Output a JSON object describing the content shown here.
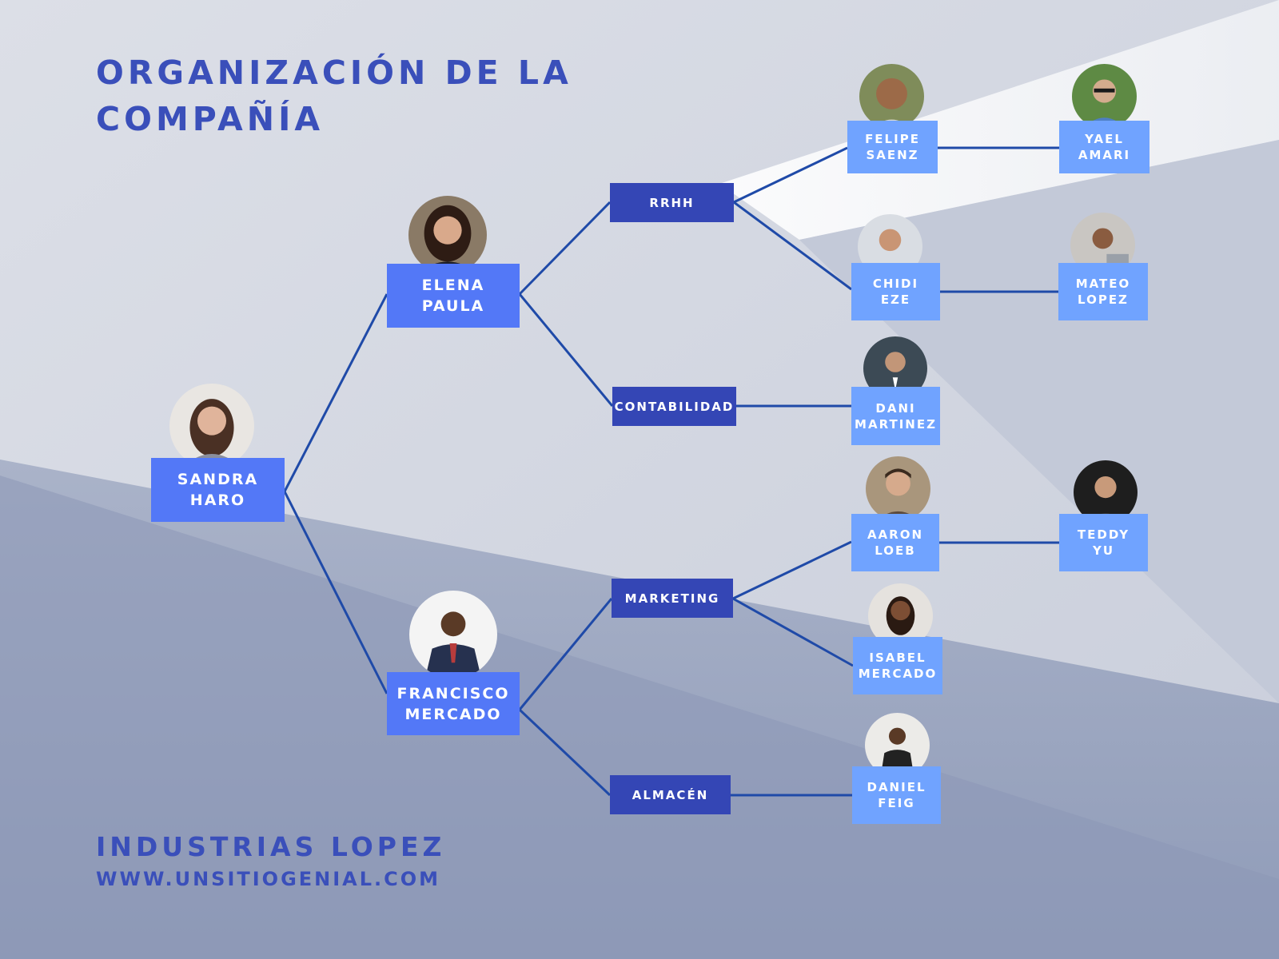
{
  "title": {
    "line1": "ORGANIZACIÓN DE LA",
    "line2": "COMPAÑÍA"
  },
  "company": "INDUSTRIAS LOPEZ",
  "website": "WWW.UNSITIOGENIAL.COM",
  "colors": {
    "heading": "#3a4fba",
    "primary_label": "#5378f7",
    "department": "#3446b5",
    "employee_label": "#70a3ff",
    "connector": "#1f4aa8"
  },
  "org": {
    "ceo": {
      "first": "SANDRA",
      "last": "HARO"
    },
    "directors": [
      {
        "first": "ELENA",
        "last": "PAULA"
      },
      {
        "first": "FRANCISCO",
        "last": "MERCADO"
      }
    ],
    "departments": [
      "RRHH",
      "CONTABILIDAD",
      "MARKETING",
      "ALMACÉN"
    ],
    "employees": [
      {
        "first": "FELIPE",
        "last": "SAENZ"
      },
      {
        "first": "YAEL",
        "last": "AMARI"
      },
      {
        "first": "CHIDI",
        "last": "EZE"
      },
      {
        "first": "MATEO",
        "last": "LOPEZ"
      },
      {
        "first": "DANI",
        "last": "MARTINEZ"
      },
      {
        "first": "AARON",
        "last": "LOEB"
      },
      {
        "first": "TEDDY",
        "last": "YU"
      },
      {
        "first": "ISABEL",
        "last": "MERCADO"
      },
      {
        "first": "DANIEL",
        "last": "FEIG"
      }
    ]
  }
}
